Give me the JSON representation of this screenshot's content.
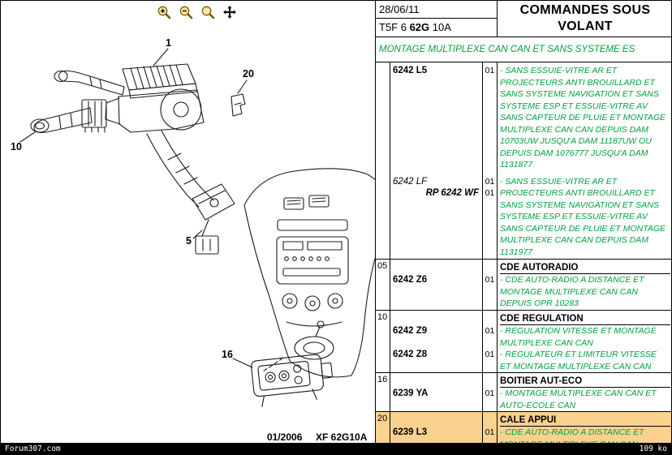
{
  "colors": {
    "green": "#00A03C",
    "highlight": "#FBD18F"
  },
  "toolbar": {
    "icons": [
      "zoom-in",
      "zoom-out",
      "zoom-window",
      "pan"
    ]
  },
  "diagram": {
    "callouts": [
      "1",
      "20",
      "10",
      "5",
      "16"
    ],
    "caption_date": "01/2006",
    "caption_ref": "XF 62G10A"
  },
  "header": {
    "date": "28/06/11",
    "doc_ref_prefix": "T5F 6 ",
    "doc_ref_bold": "62G",
    "doc_ref_suffix": " 10A",
    "title_line1": "COMMANDES SOUS",
    "title_line2": "VOLANT",
    "subtitle": "MONTAGE MULTIPLEXE CAN CAN ET SANS SYSTEME ES"
  },
  "table": {
    "groups": [
      {
        "index": "",
        "header": "",
        "entries": [
          {
            "ref": "6242 L5",
            "qty": "01",
            "desc": [
              "- SANS ESSUIE-VITRE AR ET",
              "PROJECTEURS ANTI BROUILLARD ET",
              "SANS SYSTEME NAVIGATION ET SANS",
              "SYSTEME ESP ET ESSUIE-VITRE AV",
              "SANS CAPTEUR DE PLUIE ET MONTAGE",
              "MULTIPLEXE CAN CAN DEPUIS DAM",
              "10703UW JUSQU'A DAM 11187UW OU",
              "DEPUIS DAM 1076777 JUSQU'A DAM",
              "1131877"
            ]
          },
          {
            "ref": "6242 LF",
            "ref_rp": "RP 6242 WF",
            "qty": "01",
            "qty_rp": "01",
            "desc": [
              "- SANS ESSUIE-VITRE AR ET",
              "PROJECTEURS ANTI BROUILLARD ET",
              "SANS SYSTEME NAVIGATION ET SANS",
              "SYSTEME ESP ET ESSUIE-VITRE AV",
              "SANS CAPTEUR DE PLUIE ET MONTAGE",
              "MULTIPLEXE CAN CAN DEPUIS DAM",
              "1131977"
            ]
          }
        ]
      },
      {
        "index": "05",
        "header": "CDE AUTORADIO",
        "entries": [
          {
            "ref": "6242 Z6",
            "qty": "01",
            "desc": [
              "- CDE AUTO-RADIO A DISTANCE ET",
              "MONTAGE MULTIPLEXE CAN CAN",
              "DEPUIS OPR 10283"
            ]
          }
        ]
      },
      {
        "index": "10",
        "header": "CDE REGULATION",
        "entries": [
          {
            "ref": "6242 Z9",
            "qty": "01",
            "desc": [
              "- REGULATION VITESSE ET MONTAGE",
              "MULTIPLEXE CAN CAN"
            ]
          },
          {
            "ref": "6242 Z8",
            "qty": "01",
            "desc": [
              "- REGULATEUR ET LIMITEUR VITESSE",
              "ET MONTAGE MULTIPLEXE CAN CAN"
            ]
          }
        ]
      },
      {
        "index": "16",
        "header": "BOITIER AUT-ECO",
        "entries": [
          {
            "ref": "6239 YA",
            "qty": "01",
            "desc": [
              "- MONTAGE MULTIPLEXE CAN CAN ET",
              "AUTO-ECOLE CAN"
            ]
          }
        ]
      },
      {
        "index": "20",
        "header": "CALE APPUI",
        "highlighted": true,
        "entries": [
          {
            "ref": "6239 L3",
            "qty": "01",
            "desc": [
              "- CDE AUTO-RADIO A DISTANCE ET",
              "MONTAGE MULTIPLEXE CAN CAN"
            ]
          }
        ]
      }
    ]
  },
  "footer": {
    "site": "Forum307.com",
    "size": "109 ko"
  }
}
